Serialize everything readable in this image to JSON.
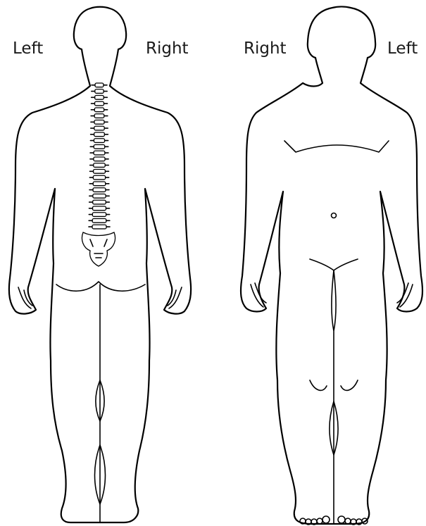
{
  "labels": {
    "back_left": "Left",
    "back_right": "Right",
    "front_right": "Right",
    "front_left": "Left"
  },
  "figures": [
    {
      "view": "back",
      "detail": "spine and pelvis"
    },
    {
      "view": "front"
    }
  ]
}
